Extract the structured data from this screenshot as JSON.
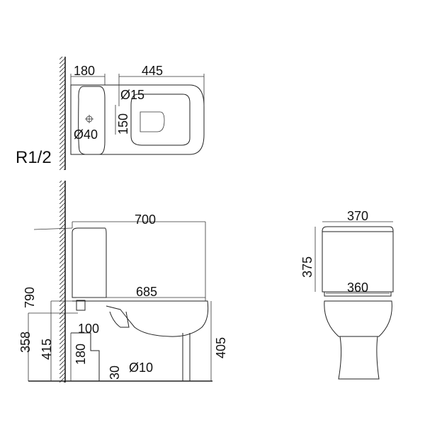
{
  "top_view": {
    "d_tank_width": "180",
    "d_bowl_length": "445",
    "d_inlet": "Ø15",
    "d_offset": "150",
    "d_outlet": "Ø40",
    "thread": "R1/2"
  },
  "side_view": {
    "d_total_length": "700",
    "d_total_height": "790",
    "d_bowl_length": "685",
    "d_358": "358",
    "d_415": "415",
    "d_seat_height": "405",
    "d_100": "100",
    "d_180": "180",
    "d_30": "30",
    "d_bolt": "Ø10"
  },
  "front_view": {
    "d_tank_width": "370",
    "d_tank_height": "375",
    "d_base_width": "360"
  }
}
